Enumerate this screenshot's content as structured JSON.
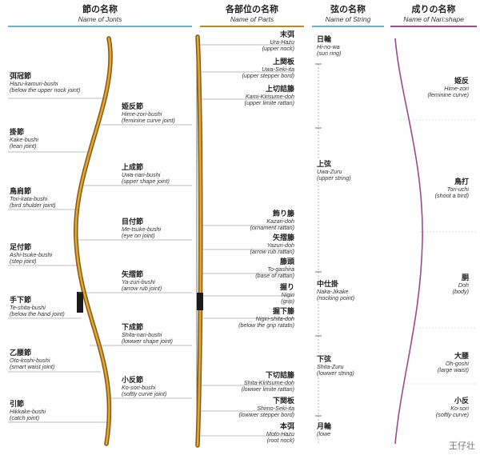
{
  "headers": [
    {
      "jp": "節の名称",
      "en": "Name of Jonts",
      "color": "#6fb1c8"
    },
    {
      "jp": "各部位の名称",
      "en": "Name of Parts",
      "color": "#b58a2a"
    },
    {
      "jp": "弦の名称",
      "en": "Name of String",
      "color": "#6fb1c8"
    },
    {
      "jp": "成りの名称",
      "en": "Name of Nari:shape",
      "color": "#9a4b8c"
    }
  ],
  "joints": [
    {
      "jp": "弭冠節",
      "romaji": "Hazu-kamuri-bushi",
      "trans": "(below the upper nock joint)"
    },
    {
      "jp": "姫反節",
      "romaji": "Hime-zori-bushi",
      "trans": "(feminine curve joint)"
    },
    {
      "jp": "掛節",
      "romaji": "Kake-bushi",
      "trans": "(lean joint)"
    },
    {
      "jp": "上成節",
      "romaji": "Uwa-nari-bushi",
      "trans": "(upper shape joint)"
    },
    {
      "jp": "鳥肩節",
      "romaji": "Tori-kata-bushi",
      "trans": "(bird shulder joint)"
    },
    {
      "jp": "目付節",
      "romaji": "Me-tsuke-bushi",
      "trans": "(eye on joint)"
    },
    {
      "jp": "足付節",
      "romaji": "Ashi-tsuke-bushi",
      "trans": "(step joint)"
    },
    {
      "jp": "矢摺節",
      "romaji": "Ya-zuri-bushi",
      "trans": "(arrow rub joint)"
    },
    {
      "jp": "手下節",
      "romaji": "Te-shita-bushi",
      "trans": "(below the hand joint)"
    },
    {
      "jp": "下成節",
      "romaji": "Shita-nari-bushi",
      "trans": "(lowwer shape joint)"
    },
    {
      "jp": "乙腰節",
      "romaji": "Oto-koshi-bushi",
      "trans": "(smart waist joint)"
    },
    {
      "jp": "小反節",
      "romaji": "Ko-sori-bushi",
      "trans": "(softly curve joint)"
    },
    {
      "jp": "引節",
      "romaji": "Hikkake-bushi",
      "trans": "(catch joint)"
    }
  ],
  "parts": [
    {
      "jp": "末弭",
      "romaji": "Ura-Hazu",
      "trans": "(upper nock)"
    },
    {
      "jp": "上関板",
      "romaji": "Uwa-Seki-ita",
      "trans": "(upper stepper bord)"
    },
    {
      "jp": "上切詰籐",
      "romaji": "Kami-Kirisume-doh",
      "trans": "(upper limite rattan)"
    },
    {
      "jp": "飾り籐",
      "romaji": "Kazari-doh",
      "trans": "(ornament rattan)"
    },
    {
      "jp": "矢摺籐",
      "romaji": "Yazuri-doh",
      "trans": "(arrow rub rattan)"
    },
    {
      "jp": "籐頭",
      "romaji": "To-gashira",
      "trans": "(base of rattan)"
    },
    {
      "jp": "握り",
      "romaji": "Nigiri",
      "trans": "(grip)"
    },
    {
      "jp": "握下籐",
      "romaji": "Nigiri-shita-doh",
      "trans": "(below the grip ratatn)"
    },
    {
      "jp": "下切詰籐",
      "romaji": "Shita-Kiritsume-doh",
      "trans": "(lowwer limite rattan)"
    },
    {
      "jp": "下関板",
      "romaji": "Shimo-Seki-ita",
      "trans": "(lowwer stepper bord)"
    },
    {
      "jp": "本弭",
      "romaji": "Moto-Hazu",
      "trans": "(root nock)"
    }
  ],
  "strings": [
    {
      "jp": "日輪",
      "romaji": "Hi-no-wa",
      "trans": "(sun ring)"
    },
    {
      "jp": "上弦",
      "romaji": "Uwa-Zuru",
      "trans": "(upper string)"
    },
    {
      "jp": "中仕掛",
      "romaji": "Naka-Jikake",
      "trans": "(nocking point)"
    },
    {
      "jp": "下弦",
      "romaji": "Shita-Zuru",
      "trans": "(lowwer string)"
    },
    {
      "jp": "月輪",
      "romaji": "",
      "trans": "(lowe"
    }
  ],
  "shapes": [
    {
      "jp": "姫反",
      "romaji": "Hime-zori",
      "trans": "(feminine curve)"
    },
    {
      "jp": "鳥打",
      "romaji": "Tori-uchi",
      "trans": "(shoot a bird)"
    },
    {
      "jp": "胴",
      "romaji": "Doh",
      "trans": "(body)"
    },
    {
      "jp": "大腰",
      "romaji": "Oh-goshi",
      "trans": "(large waist)"
    },
    {
      "jp": "小反",
      "romaji": "Ko-sori",
      "trans": "(softly curve)"
    }
  ],
  "watermark": "王仔壮",
  "colors": {
    "bow": "#c98b1e",
    "bow_edge": "#8a5a10",
    "grip": "#1a1a1a",
    "leader": "#7f7f7f"
  }
}
